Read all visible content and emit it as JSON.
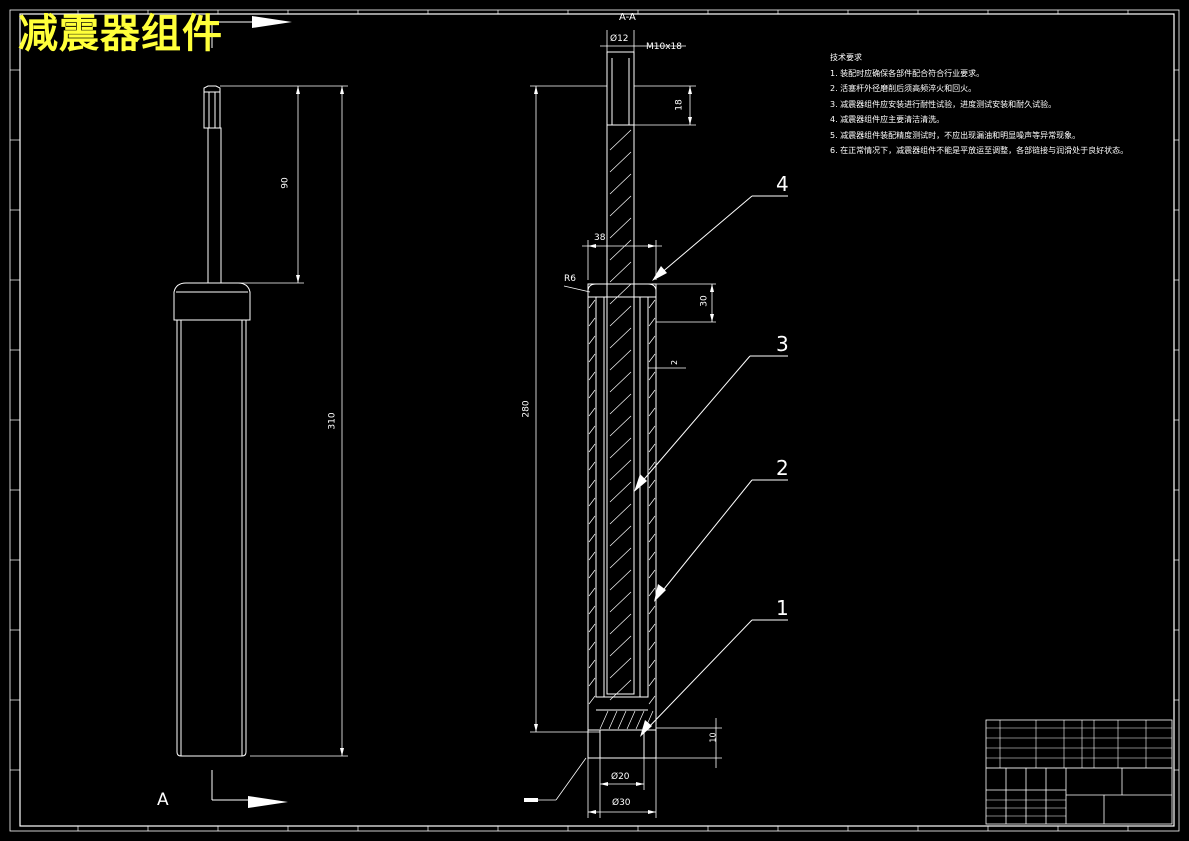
{
  "drawing": {
    "title": "减震器组件",
    "section_label": "A-A",
    "view_label": "A"
  },
  "dimensions": {
    "rod_stroke": "90",
    "total_height": "310",
    "section_height": "280",
    "rod_diameter": "Ø12",
    "thread": "M10x18",
    "thread_length": "18",
    "cap_width": "38",
    "fillet_radius": "R6",
    "cap_height": "30",
    "wall_thickness": "2",
    "bottom_offset": "10",
    "inner_diameter": "Ø20",
    "outer_diameter": "Ø30"
  },
  "balloons": [
    "4",
    "3",
    "2",
    "1"
  ],
  "tech_requirements": {
    "heading": "技术要求",
    "items": [
      "1. 装配时应确保各部件配合符合行业要求。",
      "2. 活塞杆外径磨削后须高频淬火和回火。",
      "3. 减震器组件应安装进行耐性试验，进度测试安装和耐久试验。",
      "4. 减震器组件应主要清洁清洗。",
      "5. 减震器组件装配精度测试时，不应出现漏油和明显噪声等异常现象。",
      "6. 在正常情况下，减震器组件不能是平放运至调整，各部链接与润滑处于良好状态。"
    ]
  }
}
